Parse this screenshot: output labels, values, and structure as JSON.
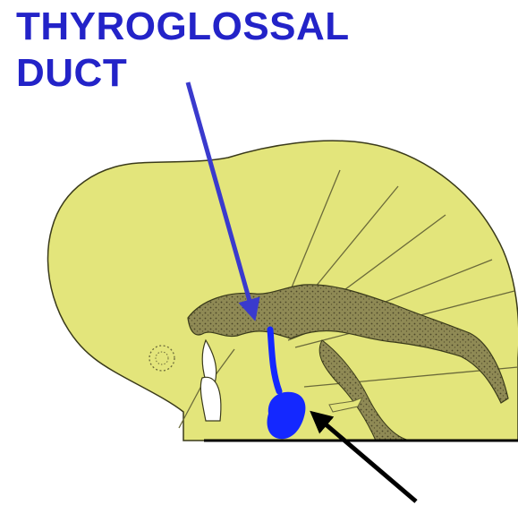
{
  "label": {
    "line1": "THYROGLOSSAL",
    "line2": "DUCT"
  },
  "colors": {
    "label_text": "#2323c8",
    "embryo_fill": "#e3e57b",
    "embryo_outline": "#3a3a1a",
    "gut_tube_fill": "#8f8a55",
    "duct_highlight": "#1428ff",
    "pointer_arrow_blue": "#3a3acd",
    "pointer_arrow_black": "#000000"
  },
  "icons": {
    "otic_vesicle": "dotted-circle"
  }
}
